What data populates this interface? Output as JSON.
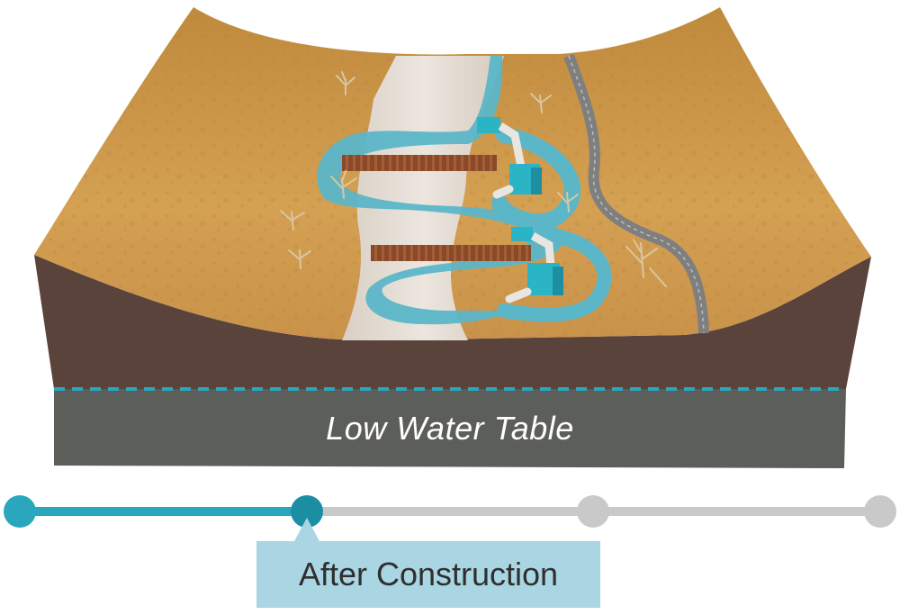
{
  "diagram": {
    "water_table_label": "Low Water Table",
    "timeline": {
      "stages": [
        {
          "label": "",
          "state": "complete"
        },
        {
          "label": "After Construction",
          "state": "current"
        },
        {
          "label": "",
          "state": "upcoming"
        },
        {
          "label": "",
          "state": "upcoming"
        }
      ],
      "current_stage_label": "After Construction",
      "progress_fraction": 0.333
    },
    "colors": {
      "ground_surface": "#cf9a4a",
      "soil": "#5a433a",
      "groundwater_zone": "#5c5e5a",
      "water": "#5bb6c8",
      "water_table_line": "#2aa7bd",
      "streambed": "#e0d6cb",
      "road": "#7f7f7f",
      "timeline_active": "#2aa7bd",
      "timeline_inactive": "#c9c9c9",
      "callout_bg": "#a9d6e2"
    },
    "icons": [
      "shrub-icon",
      "pump-station-icon",
      "log-weir-icon"
    ]
  }
}
